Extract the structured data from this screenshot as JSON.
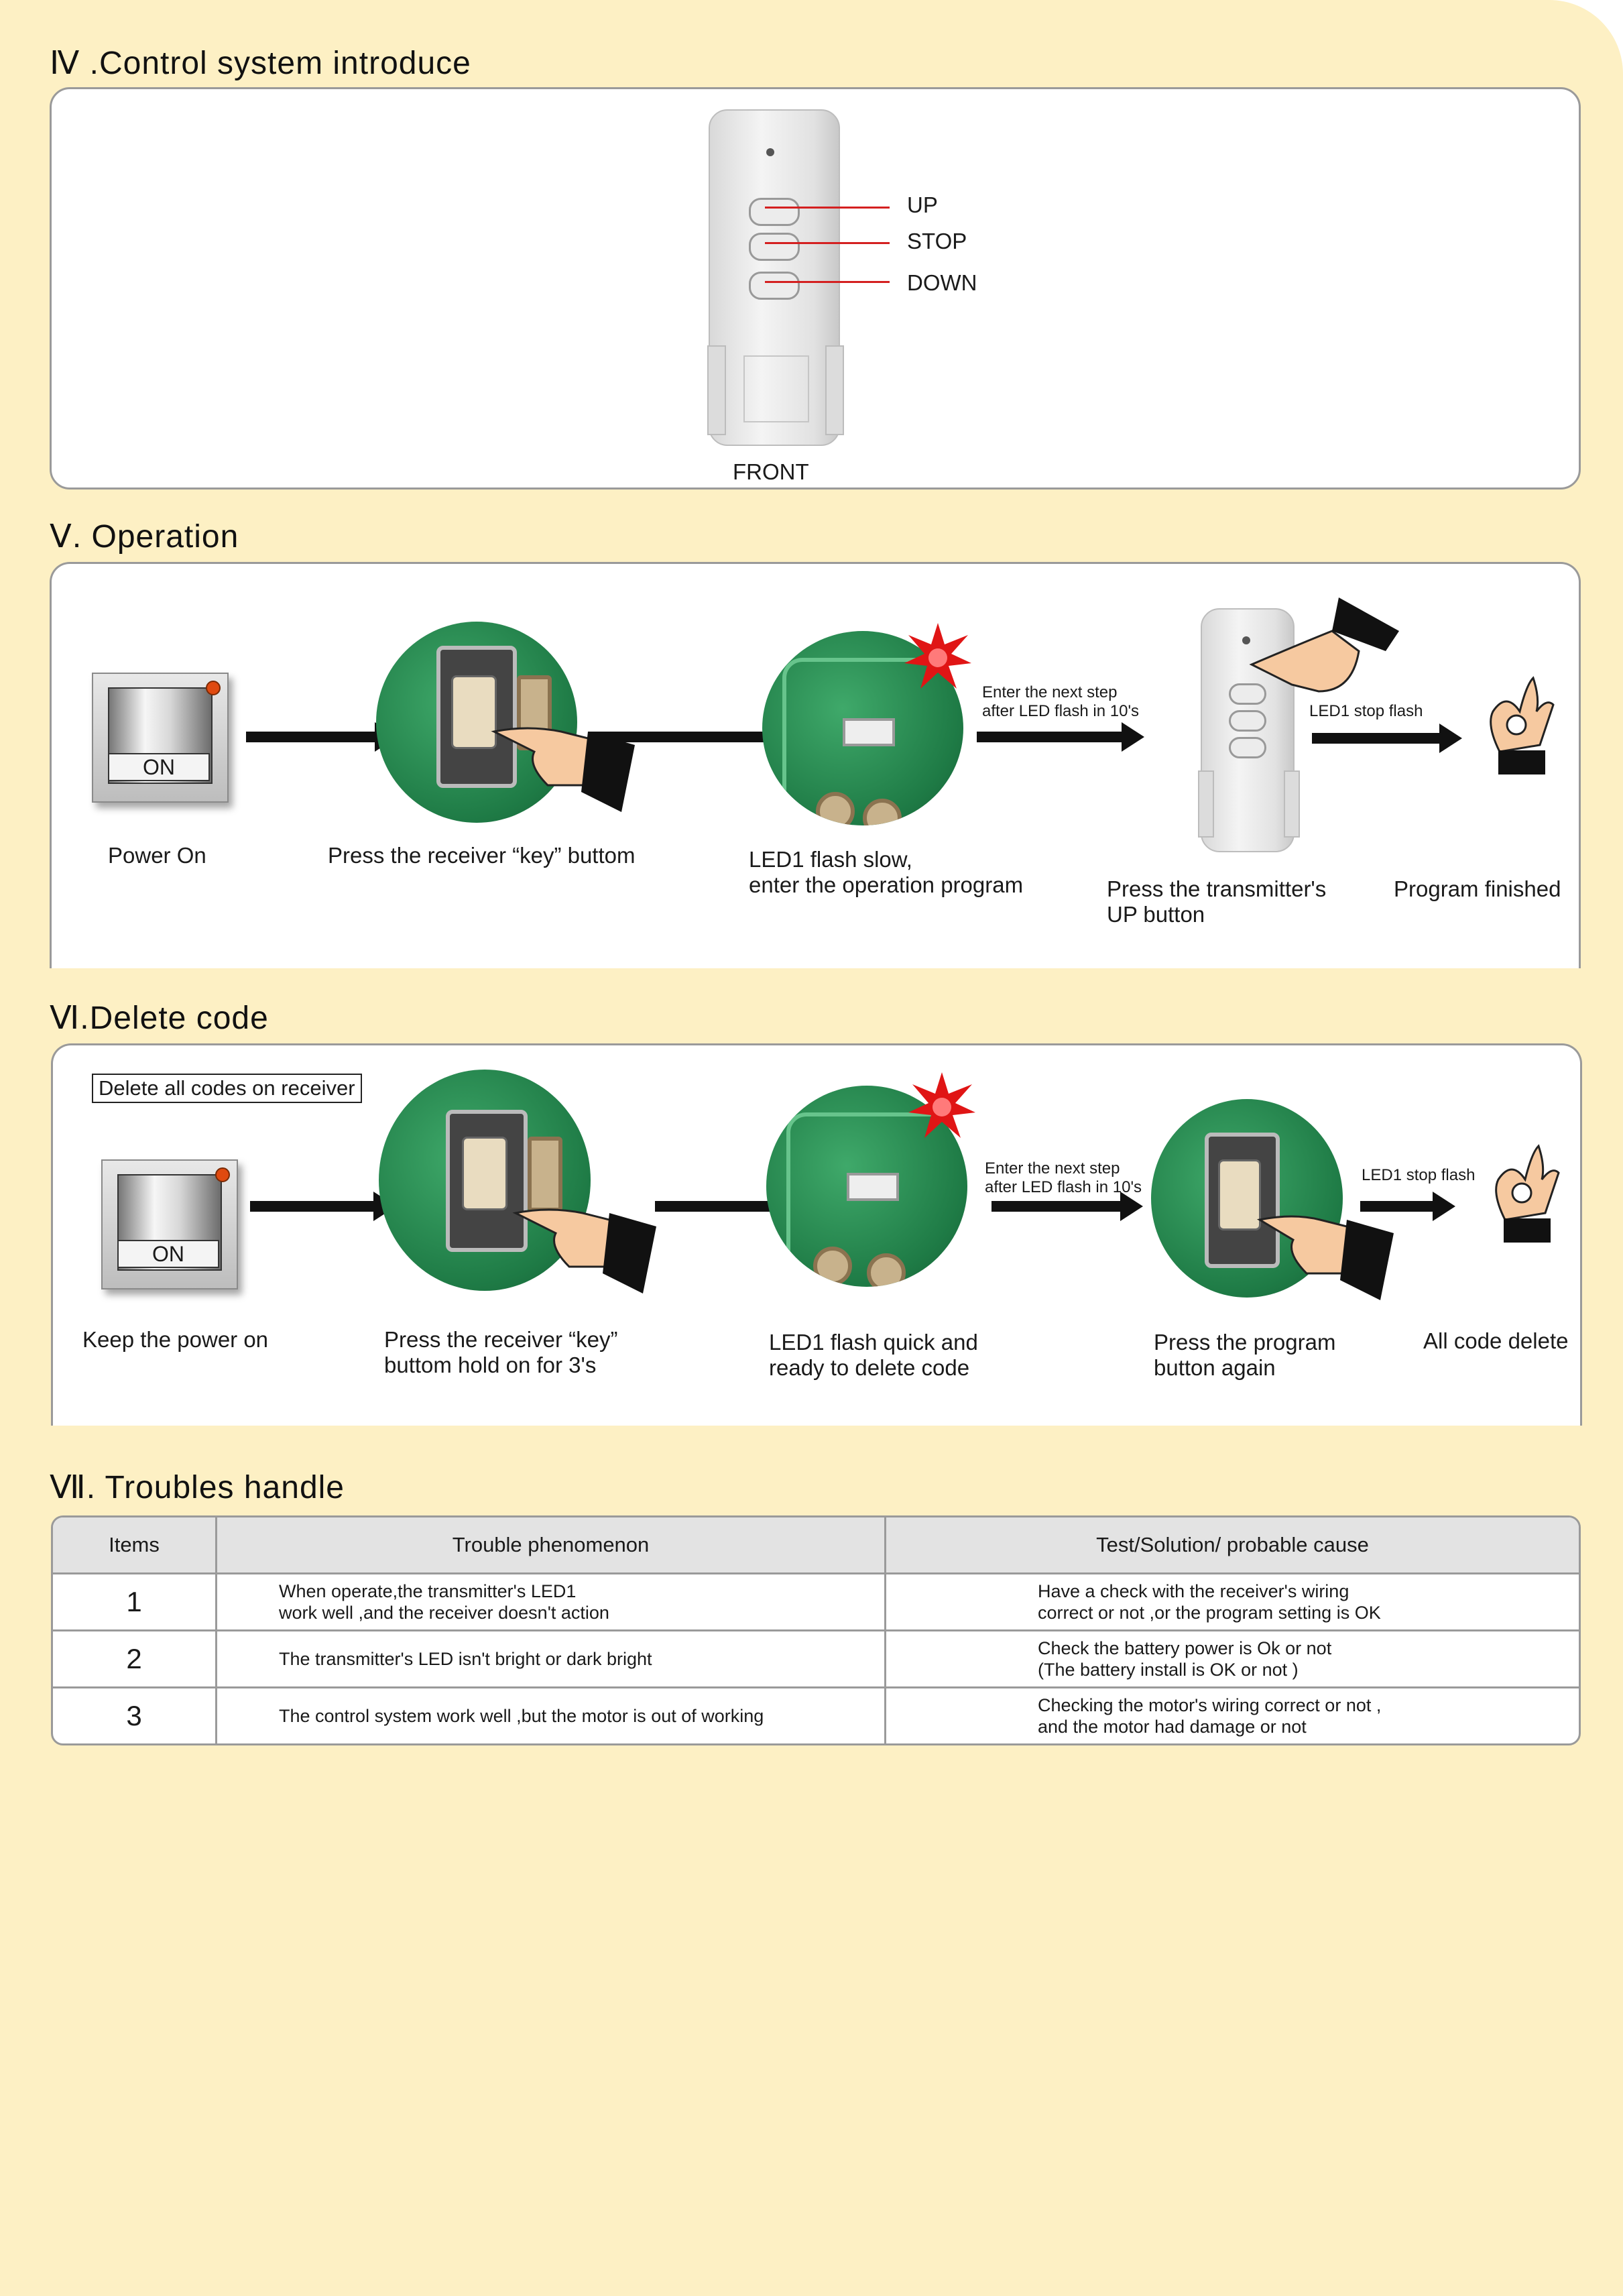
{
  "sections": {
    "control": {
      "title": "Ⅳ .Control system introduce",
      "remote_labels": [
        "UP",
        "STOP",
        "DOWN"
      ],
      "front_label": "FRONT"
    },
    "operation": {
      "title": "Ⅴ. Operation",
      "steps": [
        {
          "label": "Power On"
        },
        {
          "label": "Press the receiver “key” buttom"
        },
        {
          "label": "LED1 flash slow,\nenter the operation program"
        },
        {
          "label": "Press the transmitter's\n UP button"
        },
        {
          "label": "Program finished"
        }
      ],
      "arrow_note_1": "Enter the next step\nafter  LED flash in 10's",
      "arrow_note_2": "LED1 stop flash",
      "switch_text": "ON"
    },
    "delete": {
      "title": "Ⅵ.Delete code",
      "box_label": "Delete all codes on receiver",
      "steps": [
        {
          "label": "Keep the power on"
        },
        {
          "label": "Press the receiver “key”\nbuttom hold on for 3's"
        },
        {
          "label": "LED1 flash quick and\nready to delete code"
        },
        {
          "label": "Press the program\nbutton again"
        },
        {
          "label": "All code delete"
        }
      ],
      "arrow_note_1": "Enter the next step\nafter  LED flash in 10's",
      "arrow_note_2": "LED1 stop flash",
      "switch_text": "ON"
    },
    "troubles": {
      "title": "Ⅶ. Troubles handle",
      "headers": [
        "Items",
        "Trouble phenomenon",
        "Test/Solution/ probable cause"
      ],
      "rows": [
        {
          "item": "1",
          "phenomenon": "When operate,the transmitter's LED1\nwork well ,and the receiver doesn't action",
          "solution": "Have a check with the receiver's wiring\ncorrect or not ,or the program setting is OK"
        },
        {
          "item": "2",
          "phenomenon": "The transmitter's LED isn't bright or dark bright",
          "solution": "Check the battery power is Ok or not\n (The battery install is OK or not )"
        },
        {
          "item": "3",
          "phenomenon": "The control system work well ,but the motor is out of working",
          "solution": "Checking the motor's wiring correct or not ,\nand the motor had damage or not"
        }
      ]
    }
  },
  "colors": {
    "page_bg": "#fdf0c4",
    "pcb_green": "#1e7a45",
    "accent_red": "#d42020",
    "led_orange": "#e04a10"
  },
  "icons": [
    "switch-icon",
    "pcb-icon",
    "pointing-hand-icon",
    "remote-icon",
    "ok-hand-icon",
    "flash-starburst-icon",
    "arrow-right-icon"
  ]
}
